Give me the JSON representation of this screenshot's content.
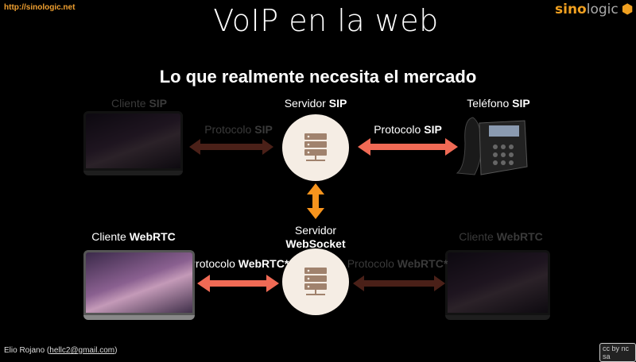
{
  "header": {
    "url": "http://sinologic.net",
    "title": "VoIP en la web",
    "logo": {
      "part1": "sino",
      "part2": "logic"
    }
  },
  "subtitle": "Lo que realmente necesita el mercado",
  "nodes": {
    "cliente_sip": {
      "prefix": "Cliente ",
      "bold": "SIP"
    },
    "servidor_sip": {
      "prefix": "Servidor ",
      "bold": "SIP"
    },
    "telefono_sip": {
      "prefix": "Teléfono ",
      "bold": "SIP"
    },
    "servidor_ws": {
      "line1": "Servidor",
      "line2": "WebSocket"
    },
    "cliente_webrtc_left": {
      "prefix": "Cliente ",
      "bold": "WebRTC"
    },
    "cliente_webrtc_right": {
      "prefix": "Cliente ",
      "bold": "WebRTC"
    }
  },
  "links": {
    "sip_left": {
      "prefix": "Protocolo ",
      "bold": "SIP"
    },
    "sip_right": {
      "prefix": "Protocolo ",
      "bold": "SIP"
    },
    "webrtc_left": {
      "prefix": "Protocolo ",
      "bold": "WebRTC*"
    },
    "webrtc_right": {
      "prefix": "Protocolo ",
      "bold": "WebRTC*"
    }
  },
  "footer": {
    "author": "Elio Rojano (",
    "email": "hellc2@gmail.com",
    "close": ")",
    "license": "cc by nc sa"
  },
  "colors": {
    "arrow": "#f06a55",
    "vertical": "#f7941d",
    "dim_arrow": "#4a2018",
    "server": "#f5ede4",
    "icon": "#a0826d"
  }
}
